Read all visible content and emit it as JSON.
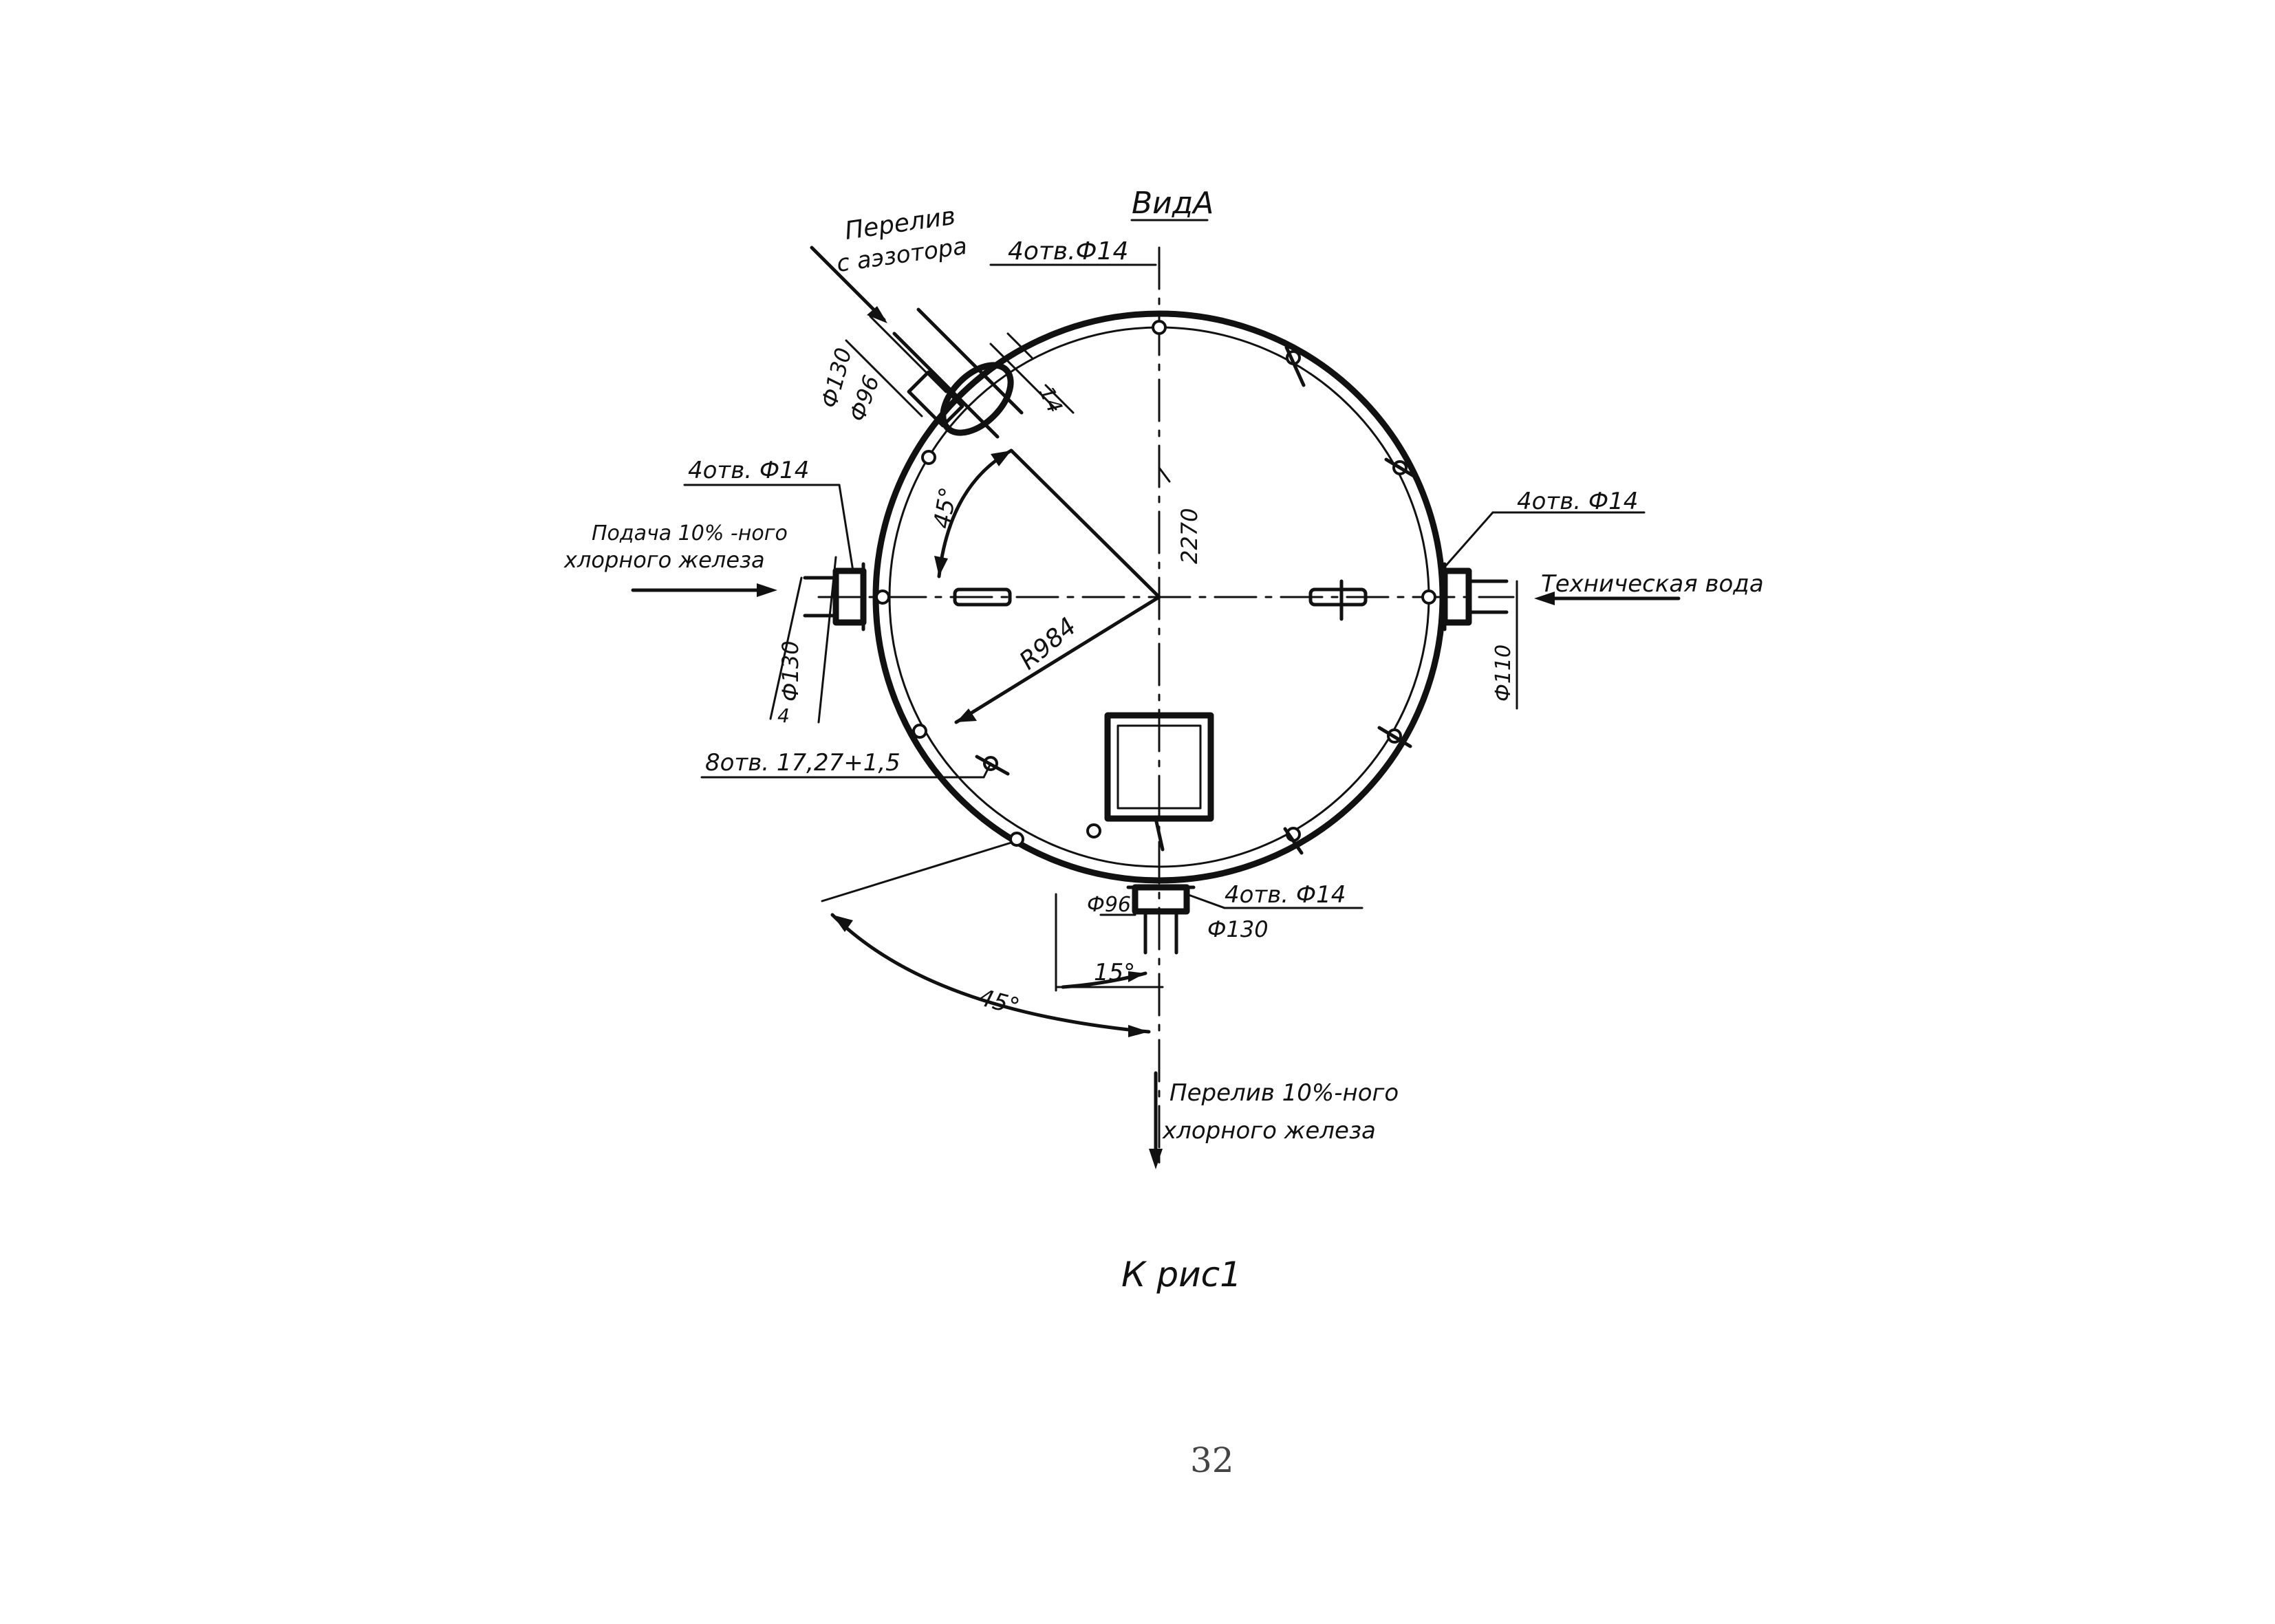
{
  "drawing": {
    "view_title": "ВидА",
    "labels": {
      "overflow_from_collector_l1": "Перелив",
      "overflow_from_collector_l2": "с аэзотора",
      "holes_top": "4отв.Ф14",
      "dia_130_top": "Ф130",
      "dia_96_top": "Ф96",
      "dim_14": "14",
      "holes_left": "4отв. Ф14",
      "feed_l1": "Подача 10% -ного",
      "feed_l2": "хлорного железа",
      "dia_130_left": "Ф130",
      "dim_4_left": "4",
      "holes_bottom_left": "8отв. 17,27+1,5",
      "radius": "R984",
      "height": "2270",
      "angle_45_inner": "45°",
      "holes_right": "4отв. Ф14",
      "tech_water": "Техническая вода",
      "dia_110": "Ф110",
      "dia_96_bottom": "Ф96",
      "holes_bottom": "4отв. Ф14",
      "dia_130_bottom": "Ф130",
      "angle_15": "15°",
      "angle_45_outer": "45°",
      "overflow_bottom_l1": "Перелив 10%-ного",
      "overflow_bottom_l2": "хлорного железа"
    },
    "caption": "К рис1",
    "page_number": "32"
  }
}
